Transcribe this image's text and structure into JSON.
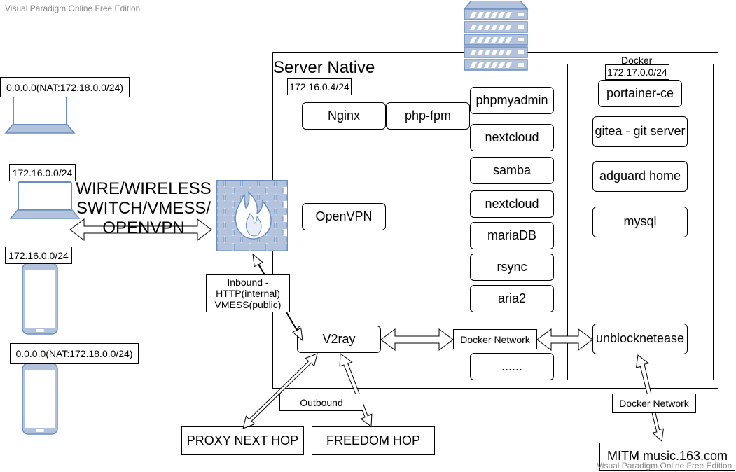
{
  "watermarks": {
    "top": "Visual Paradigm Online Free Edition",
    "bottom": "Visual Paradigm Online Free Edition"
  },
  "server": {
    "title": "Server Native",
    "subnet": "172.16.0.4/24",
    "services": {
      "nginx": "Nginx",
      "php_fpm": "php-fpm",
      "openvpn": "OpenVPN",
      "v2ray": "V2ray",
      "phpmyadmin": "phpmyadmin",
      "nextcloud_1": "nextcloud",
      "samba": "samba",
      "nextcloud_2": "nextcloud",
      "mariadb": "mariaDB",
      "rsync": "rsync",
      "aria2": "aria2",
      "more": "......"
    }
  },
  "docker": {
    "title": "Docker",
    "subnet": "172.17.0.0/24",
    "services": {
      "portainer": "portainer-ce",
      "gitea": "gitea - git server",
      "adguard": "adguard home",
      "mysql": "mysql",
      "unblock": "unblocknetease"
    }
  },
  "clients": {
    "laptop_1_net": "0.0.0.0(NAT:172.18.0.0/24)",
    "laptop_2_net": "172.16.0.0/24",
    "phone_1_net": "172.16.0.0/24",
    "phone_2_net": "0.0.0.0(NAT:172.18.0.0/24)"
  },
  "links": {
    "switch_text": "WIRE/WIRELESS SWITCH/VMESS/ OPENVPN",
    "inbound_text": "Inbound - HTTP(internal) VMESS(public)",
    "outbound_text": "Outbound",
    "docker_network_1": "Docker Network",
    "docker_network_2": "Docker Network"
  },
  "external": {
    "proxy_next_hop": "PROXY NEXT HOP",
    "freedom_hop": "FREEDOM HOP",
    "mitm": "MITM music.163.com"
  },
  "colors": {
    "icon_stroke": "#6C8EBF",
    "icon_fill": "#B3C3DC",
    "icon_light": "#E8EDF6"
  }
}
